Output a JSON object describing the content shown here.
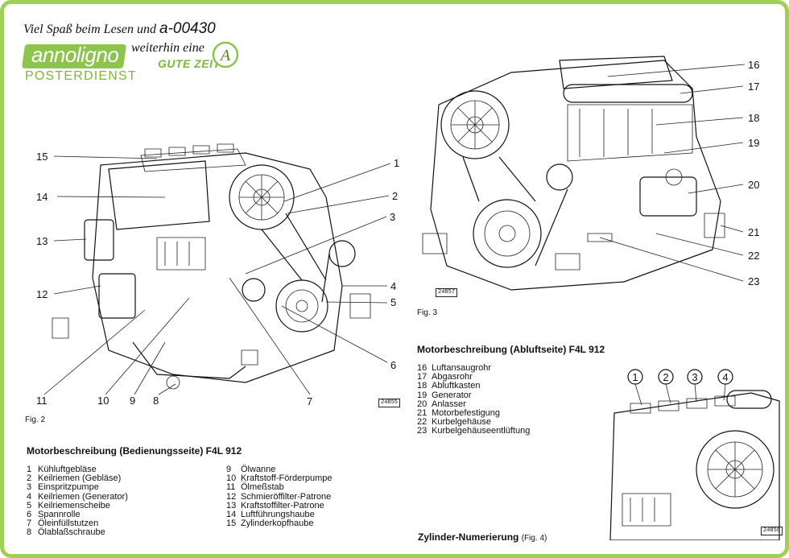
{
  "header": {
    "tagline_lead": "Viel Spaß beim Lesen und ",
    "tagline_code": "a-00430",
    "tagline_line2": "weiterhin eine",
    "tagline_line3": "GUTE ZEIT",
    "logo_name": "annoligno",
    "logo_subtitle": "POSTERDIENST",
    "logo_mark": "A"
  },
  "colors": {
    "accent_green": "#8dc44b",
    "frame_green": "#9fcf55",
    "ink": "#111111"
  },
  "fig2": {
    "label": "Fig. 2",
    "stamp": "24855",
    "callouts": [
      "1",
      "2",
      "3",
      "4",
      "5",
      "6",
      "7",
      "8",
      "9",
      "10",
      "11",
      "12",
      "13",
      "14",
      "15"
    ],
    "legend_title": "Motorbeschreibung (Bedienungsseite) F4L 912",
    "legend_col1": [
      {
        "n": "1",
        "text": "Kühluftgebläse"
      },
      {
        "n": "2",
        "text": "Keilriemen (Gebläse)"
      },
      {
        "n": "3",
        "text": "Einspritzpumpe"
      },
      {
        "n": "4",
        "text": "Keilriemen (Generator)"
      },
      {
        "n": "5",
        "text": "Keilriemenscheibe"
      },
      {
        "n": "6",
        "text": "Spannrolle"
      },
      {
        "n": "7",
        "text": "Öleinfüllstutzen"
      },
      {
        "n": "8",
        "text": "Ölablaßschraube"
      }
    ],
    "legend_col2": [
      {
        "n": "9",
        "text": "Ölwanne"
      },
      {
        "n": "10",
        "text": "Kraftstoff-Förderpumpe"
      },
      {
        "n": "11",
        "text": "Ölmeßstab"
      },
      {
        "n": "12",
        "text": "Schmieröffilter-Patrone"
      },
      {
        "n": "13",
        "text": "Kraftstoffilter-Patrone"
      },
      {
        "n": "14",
        "text": "Luftführungshaube"
      },
      {
        "n": "15",
        "text": "Zylinderkopfhaube"
      }
    ]
  },
  "fig3": {
    "label": "Fig. 3",
    "stamp": "24857",
    "callouts": [
      "16",
      "17",
      "18",
      "19",
      "20",
      "21",
      "22",
      "23"
    ],
    "legend_title": "Motorbeschreibung (Abluftseite) F4L 912",
    "legend": [
      {
        "n": "16",
        "text": "Luftansaugrohr"
      },
      {
        "n": "17",
        "text": "Abgasrohr"
      },
      {
        "n": "18",
        "text": "Abluftkasten"
      },
      {
        "n": "19",
        "text": "Generator"
      },
      {
        "n": "20",
        "text": "Anlasser"
      },
      {
        "n": "21",
        "text": "Motorbefestigung"
      },
      {
        "n": "22",
        "text": "Kurbelgehäuse"
      },
      {
        "n": "23",
        "text": "Kurbelgehäuseentlüftung"
      }
    ]
  },
  "fig4": {
    "title": "Zylinder-Numerierung",
    "label": "(Fig. 4)",
    "stamp": "24856",
    "cylinders": [
      "1",
      "2",
      "3",
      "4"
    ]
  }
}
